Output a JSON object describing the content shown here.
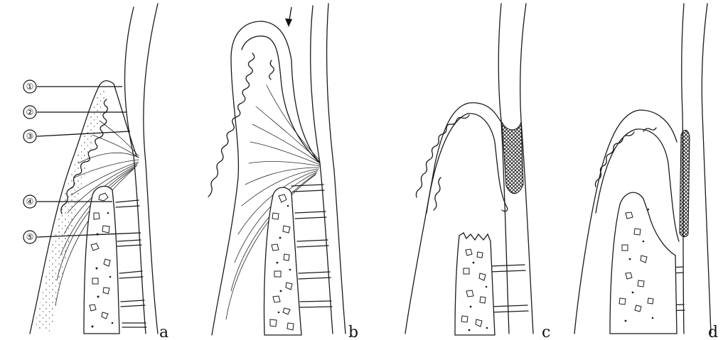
{
  "panels": [
    {
      "id": "a",
      "label": "a"
    },
    {
      "id": "b",
      "label": "b"
    },
    {
      "id": "c",
      "label": "c"
    },
    {
      "id": "d",
      "label": "d"
    }
  ],
  "markers": [
    {
      "label": "①"
    },
    {
      "label": "②"
    },
    {
      "label": "③"
    },
    {
      "label": "④"
    },
    {
      "label": "⑤"
    }
  ],
  "colors": {
    "ink": "#1b1b1b",
    "background": "#ffffff"
  }
}
